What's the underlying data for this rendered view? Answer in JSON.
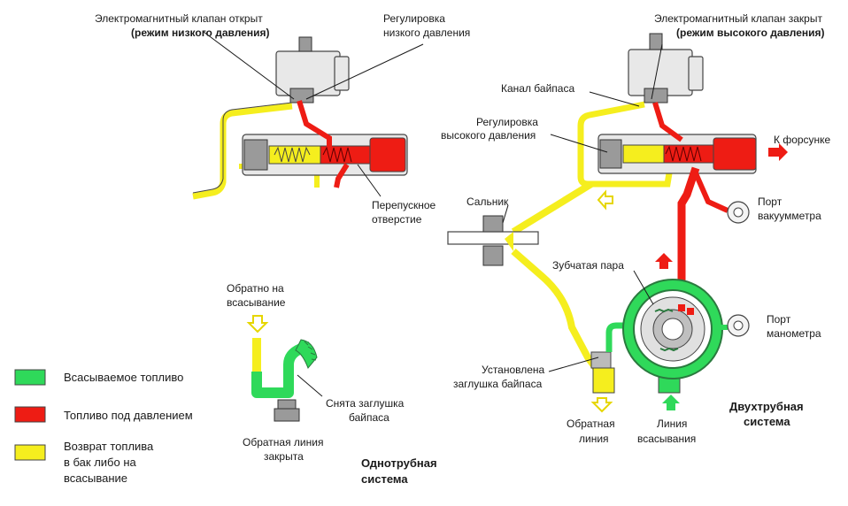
{
  "colors": {
    "suction": "#2fd95a",
    "pressure": "#ee1c14",
    "return": "#f5ee1e"
  },
  "left": {
    "valve_open_line1": "Электромагнитный клапан открыт",
    "valve_open_line2": "(режим низкого давления)",
    "low_adj_line1": "Регулировка",
    "low_adj_line2": "низкого давления",
    "bypass_hole_line1": "Перепускное",
    "bypass_hole_line2": "отверстие"
  },
  "right": {
    "valve_closed_line1": "Электромагнитный клапан закрыт",
    "valve_closed_line2": "(режим высокого давления)",
    "bypass_channel": "Канал байпаса",
    "high_adj_line1": "Регулировка",
    "high_adj_line2": "высокого давления",
    "to_nozzle": "К форсунке",
    "seal": "Сальник",
    "vacuum_port_line1": "Порт",
    "vacuum_port_line2": "вакуумметра",
    "gear_pair": "Зубчатая пара",
    "gauge_port_line1": "Порт",
    "gauge_port_line2": "манометра",
    "plug_installed_line1": "Установлена",
    "plug_installed_line2": "заглушка байпаса",
    "return_line_line1": "Обратная",
    "return_line_line2": "линия",
    "suction_line_line1": "Линия",
    "suction_line_line2": "всасывания",
    "system_line1": "Двухтрубная",
    "system_line2": "система"
  },
  "single": {
    "return_suction_line1": "Обратно на",
    "return_suction_line2": "всасывание",
    "plug_removed_line1": "Снята заглушка",
    "plug_removed_line2": "байпаса",
    "return_closed_line1": "Обратная линия",
    "return_closed_line2": "закрыта",
    "system_line1": "Однотрубная",
    "system_line2": "система"
  },
  "legend": {
    "suction": "Всасываемое топливо",
    "pressure": "Топливо под давлением",
    "return_line1": "Возврат топлива",
    "return_line2": "в бак либо на",
    "return_line3": "всасывание"
  }
}
